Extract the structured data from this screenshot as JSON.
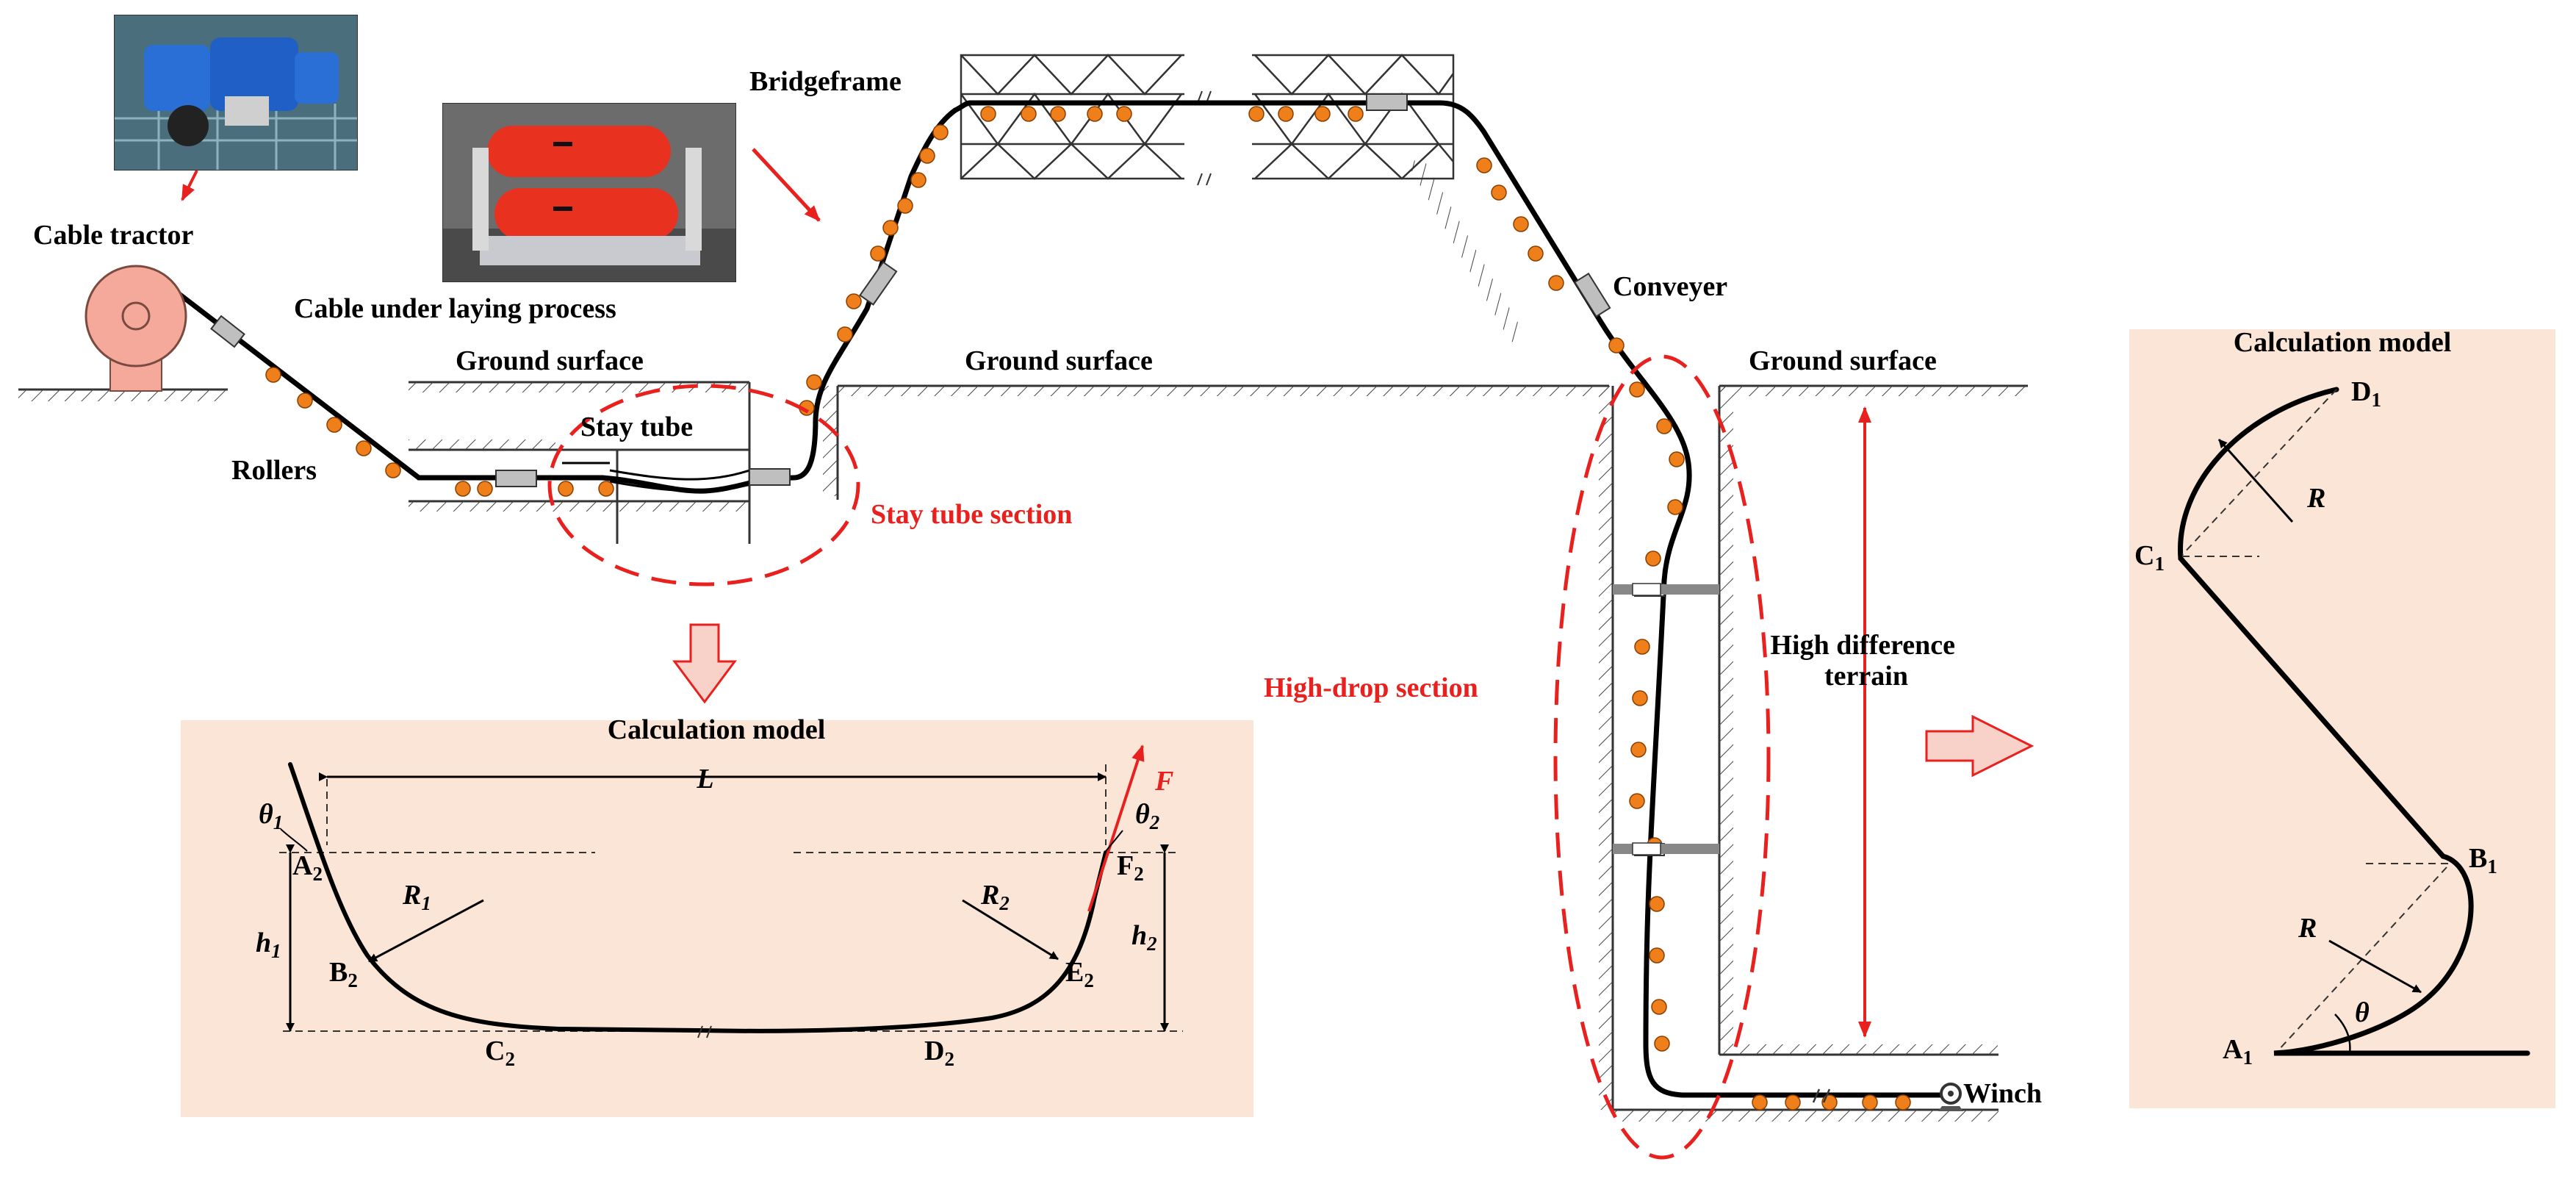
{
  "photos": {
    "cable_tractor_photo": "cable tractor machine photograph",
    "conveyer_photo": "cable conveyer machine photograph"
  },
  "labels": {
    "cable_tractor": "Cable tractor",
    "cable_under_laying": "Cable under laying process",
    "ground_surface_1": "Ground surface",
    "ground_surface_2": "Ground surface",
    "ground_surface_3": "Ground surface",
    "rollers": "Rollers",
    "stay_tube": "Stay tube",
    "stay_tube_section": "Stay tube section",
    "bridgeframe": "Bridgeframe",
    "conveyer": "Conveyer",
    "high_difference_line1": "High difference",
    "high_difference_line2": "terrain",
    "high_drop_section": "High-drop section",
    "winch": "Winch"
  },
  "model_left": {
    "title": "Calculation model",
    "L": "L",
    "F": "F",
    "theta1": "θ",
    "theta1_sub": "1",
    "theta2": "θ",
    "theta2_sub": "2",
    "A2": "A",
    "A2_sub": "2",
    "B2": "B",
    "B2_sub": "2",
    "C2": "C",
    "C2_sub": "2",
    "D2": "D",
    "D2_sub": "2",
    "E2": "E",
    "E2_sub": "2",
    "F2": "F",
    "F2_sub": "2",
    "R1": "R",
    "R1_sub": "1",
    "R2": "R",
    "R2_sub": "2",
    "h1": "h",
    "h1_sub": "1",
    "h2": "h",
    "h2_sub": "2"
  },
  "model_right": {
    "title": "Calculation model",
    "D1": "D",
    "D1_sub": "1",
    "C1": "C",
    "C1_sub": "1",
    "B1": "B",
    "B1_sub": "1",
    "A1": "A",
    "A1_sub": "1",
    "R_top": "R",
    "R_bottom": "R",
    "theta": "θ"
  },
  "colors": {
    "cable": "#000000",
    "roller": "#ef7f1a",
    "annotation_red": "#e8201e",
    "model_panel": "#fbe5d6",
    "conveyer": "#bfbfbf",
    "tractor": "#f4a99a"
  }
}
